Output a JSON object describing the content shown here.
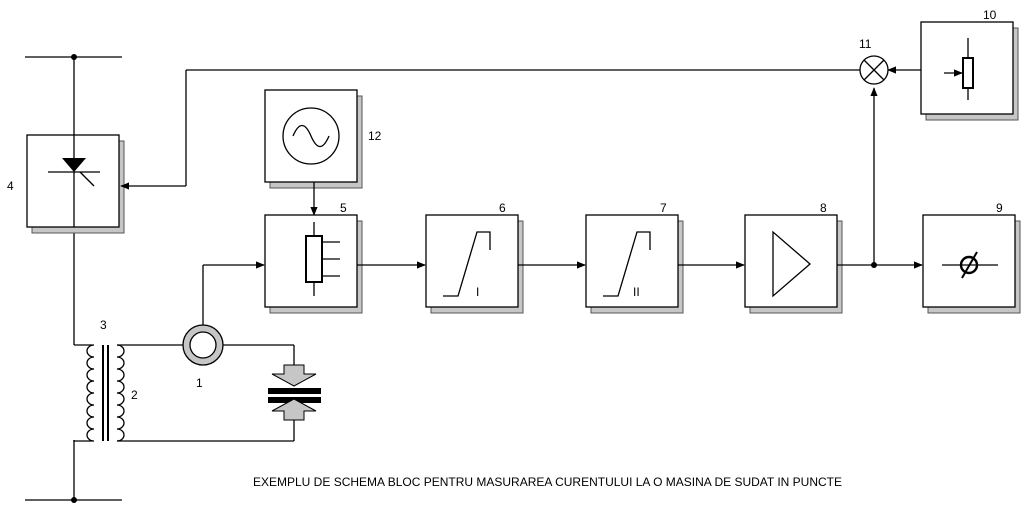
{
  "diagram": {
    "caption": "EXEMPLU DE SCHEMA BLOC PENTRU MASURAREA CURENTULUI LA O MASINA DE SUDAT IN PUNCTE",
    "labels": {
      "n1": "1",
      "n2": "2",
      "n3": "3",
      "n4": "4",
      "n5": "5",
      "n6": "6",
      "n7": "7",
      "n8": "8",
      "n9": "9",
      "n10": "10",
      "n11": "11",
      "n12": "12"
    },
    "comparator_marks": {
      "i": "I",
      "ii": "II"
    }
  }
}
